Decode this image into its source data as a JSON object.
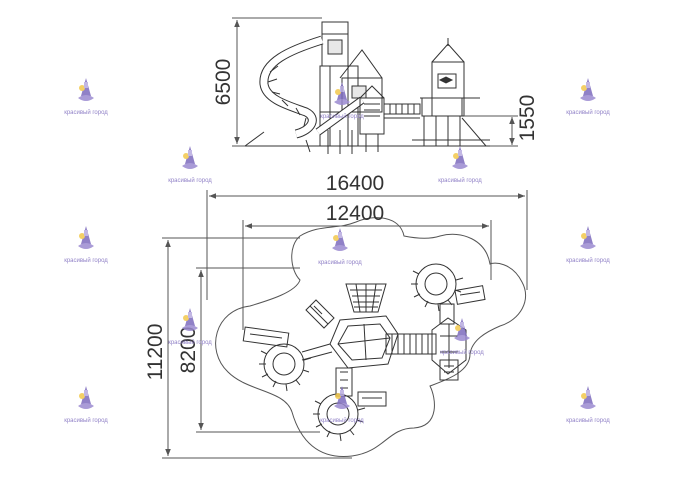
{
  "drawing": {
    "elevation_view": {
      "height_dimension": "6500",
      "platform_height_dimension": "1550"
    },
    "plan_view": {
      "overall_width_dimension": "16400",
      "inner_width_dimension": "12400",
      "overall_depth_dimension": "11200",
      "inner_depth_dimension": "8200"
    }
  },
  "watermark": {
    "logo_text": "красивый город",
    "color": "#7d6bbd",
    "accent_color": "#f2c84b"
  },
  "colors": {
    "line": "#333333",
    "dimension": "#555555",
    "background": "#ffffff"
  }
}
